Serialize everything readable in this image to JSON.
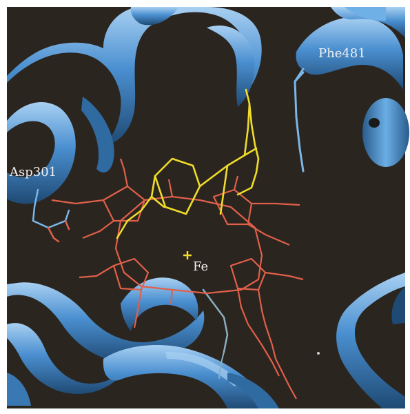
{
  "labels": {
    "phe": "Phe481",
    "asp": "Asp301",
    "fe": "Fe"
  },
  "colors": {
    "background": "#2b2520",
    "ribbon": "#4a8fd0",
    "ribbon_light": "#9cc8ee",
    "ribbon_dark": "#24527e",
    "heme": "#e0604a",
    "ligand": "#f0dc2a",
    "label": "#f2f2f2"
  }
}
